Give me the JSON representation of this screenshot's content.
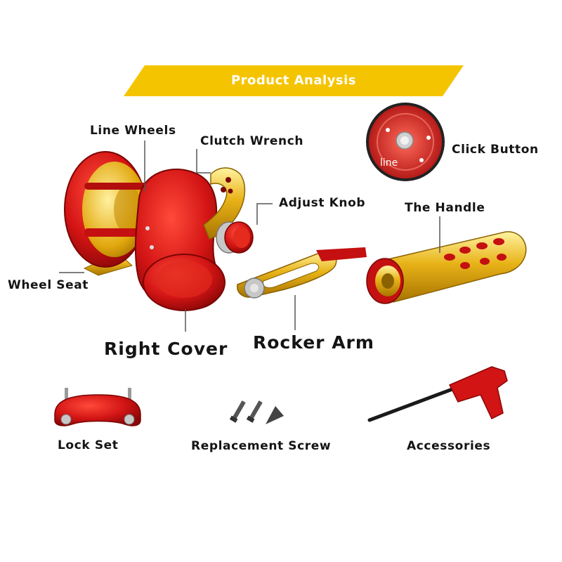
{
  "banner": {
    "title": "Product Analysis"
  },
  "labels": {
    "line_wheels": "Line Wheels",
    "clutch_wrench": "Clutch Wrench",
    "adjust_knob": "Adjust Knob",
    "click_button": "Click Button",
    "the_handle": "The Handle",
    "wheel_seat": "Wheel Seat",
    "right_cover": "Right Cover",
    "rocker_arm": "Rocker Arm",
    "lock_set": "Lock Set",
    "replacement_screw": "Replacement Screw",
    "accessories": "Accessories"
  },
  "inset": {
    "engraving": "line"
  },
  "colors": {
    "banner": "#f5c400",
    "reel_red": "#d21414",
    "reel_gold": "#e8b318",
    "leader_line": "#555555"
  },
  "icons": {
    "reel": "fishing-reel-illustration",
    "inset": "click-button-closeup",
    "lock_set": "lock-bracket-illustration",
    "screws": "screws-illustration",
    "wrench": "hex-key-illustration"
  }
}
